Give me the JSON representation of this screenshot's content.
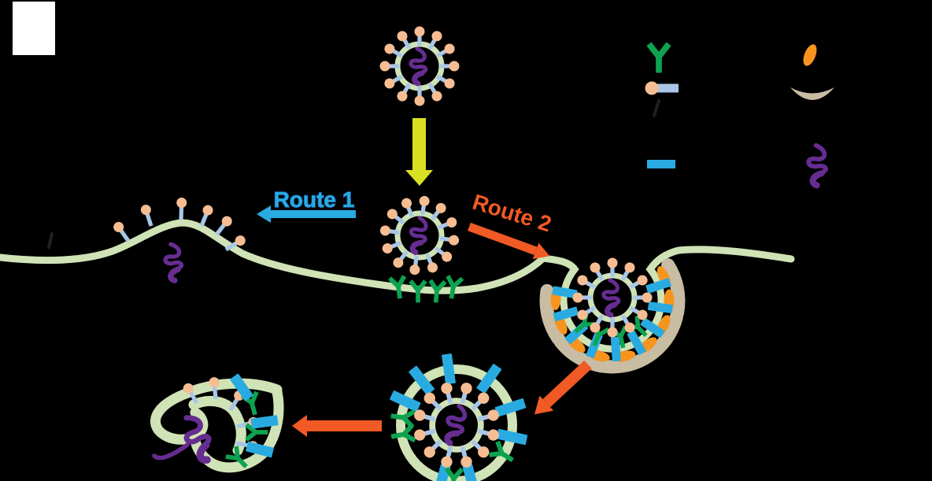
{
  "figure": {
    "title": "virus-entry-pathways-diagram",
    "background": "#000000",
    "labels": {
      "route1": "Route 1",
      "route2": "Route 2"
    },
    "colors": {
      "membrane": "#cfe3b6",
      "spike_stalk": "#a9c6e8",
      "spike_head": "#f6bd93",
      "rna_purple": "#662d91",
      "receptor_green": "#0da350",
      "rod_blue": "#29abe2",
      "ellipse_orange": "#f7941e",
      "crescent_tan": "#c8bca3",
      "arrow_yellow": "#d9e021",
      "route1_blue": "#29abe2",
      "route2_orange": "#f15a24"
    },
    "legend": {
      "column1": [
        {
          "icon": "receptor-y-icon"
        },
        {
          "icon": "spike-protein-icon"
        },
        {
          "icon": "blue-rod-icon"
        }
      ],
      "column2": [
        {
          "icon": "orange-ellipse-icon"
        },
        {
          "icon": "tan-crescent-icon"
        },
        {
          "icon": "rna-squiggle-icon"
        }
      ]
    }
  }
}
